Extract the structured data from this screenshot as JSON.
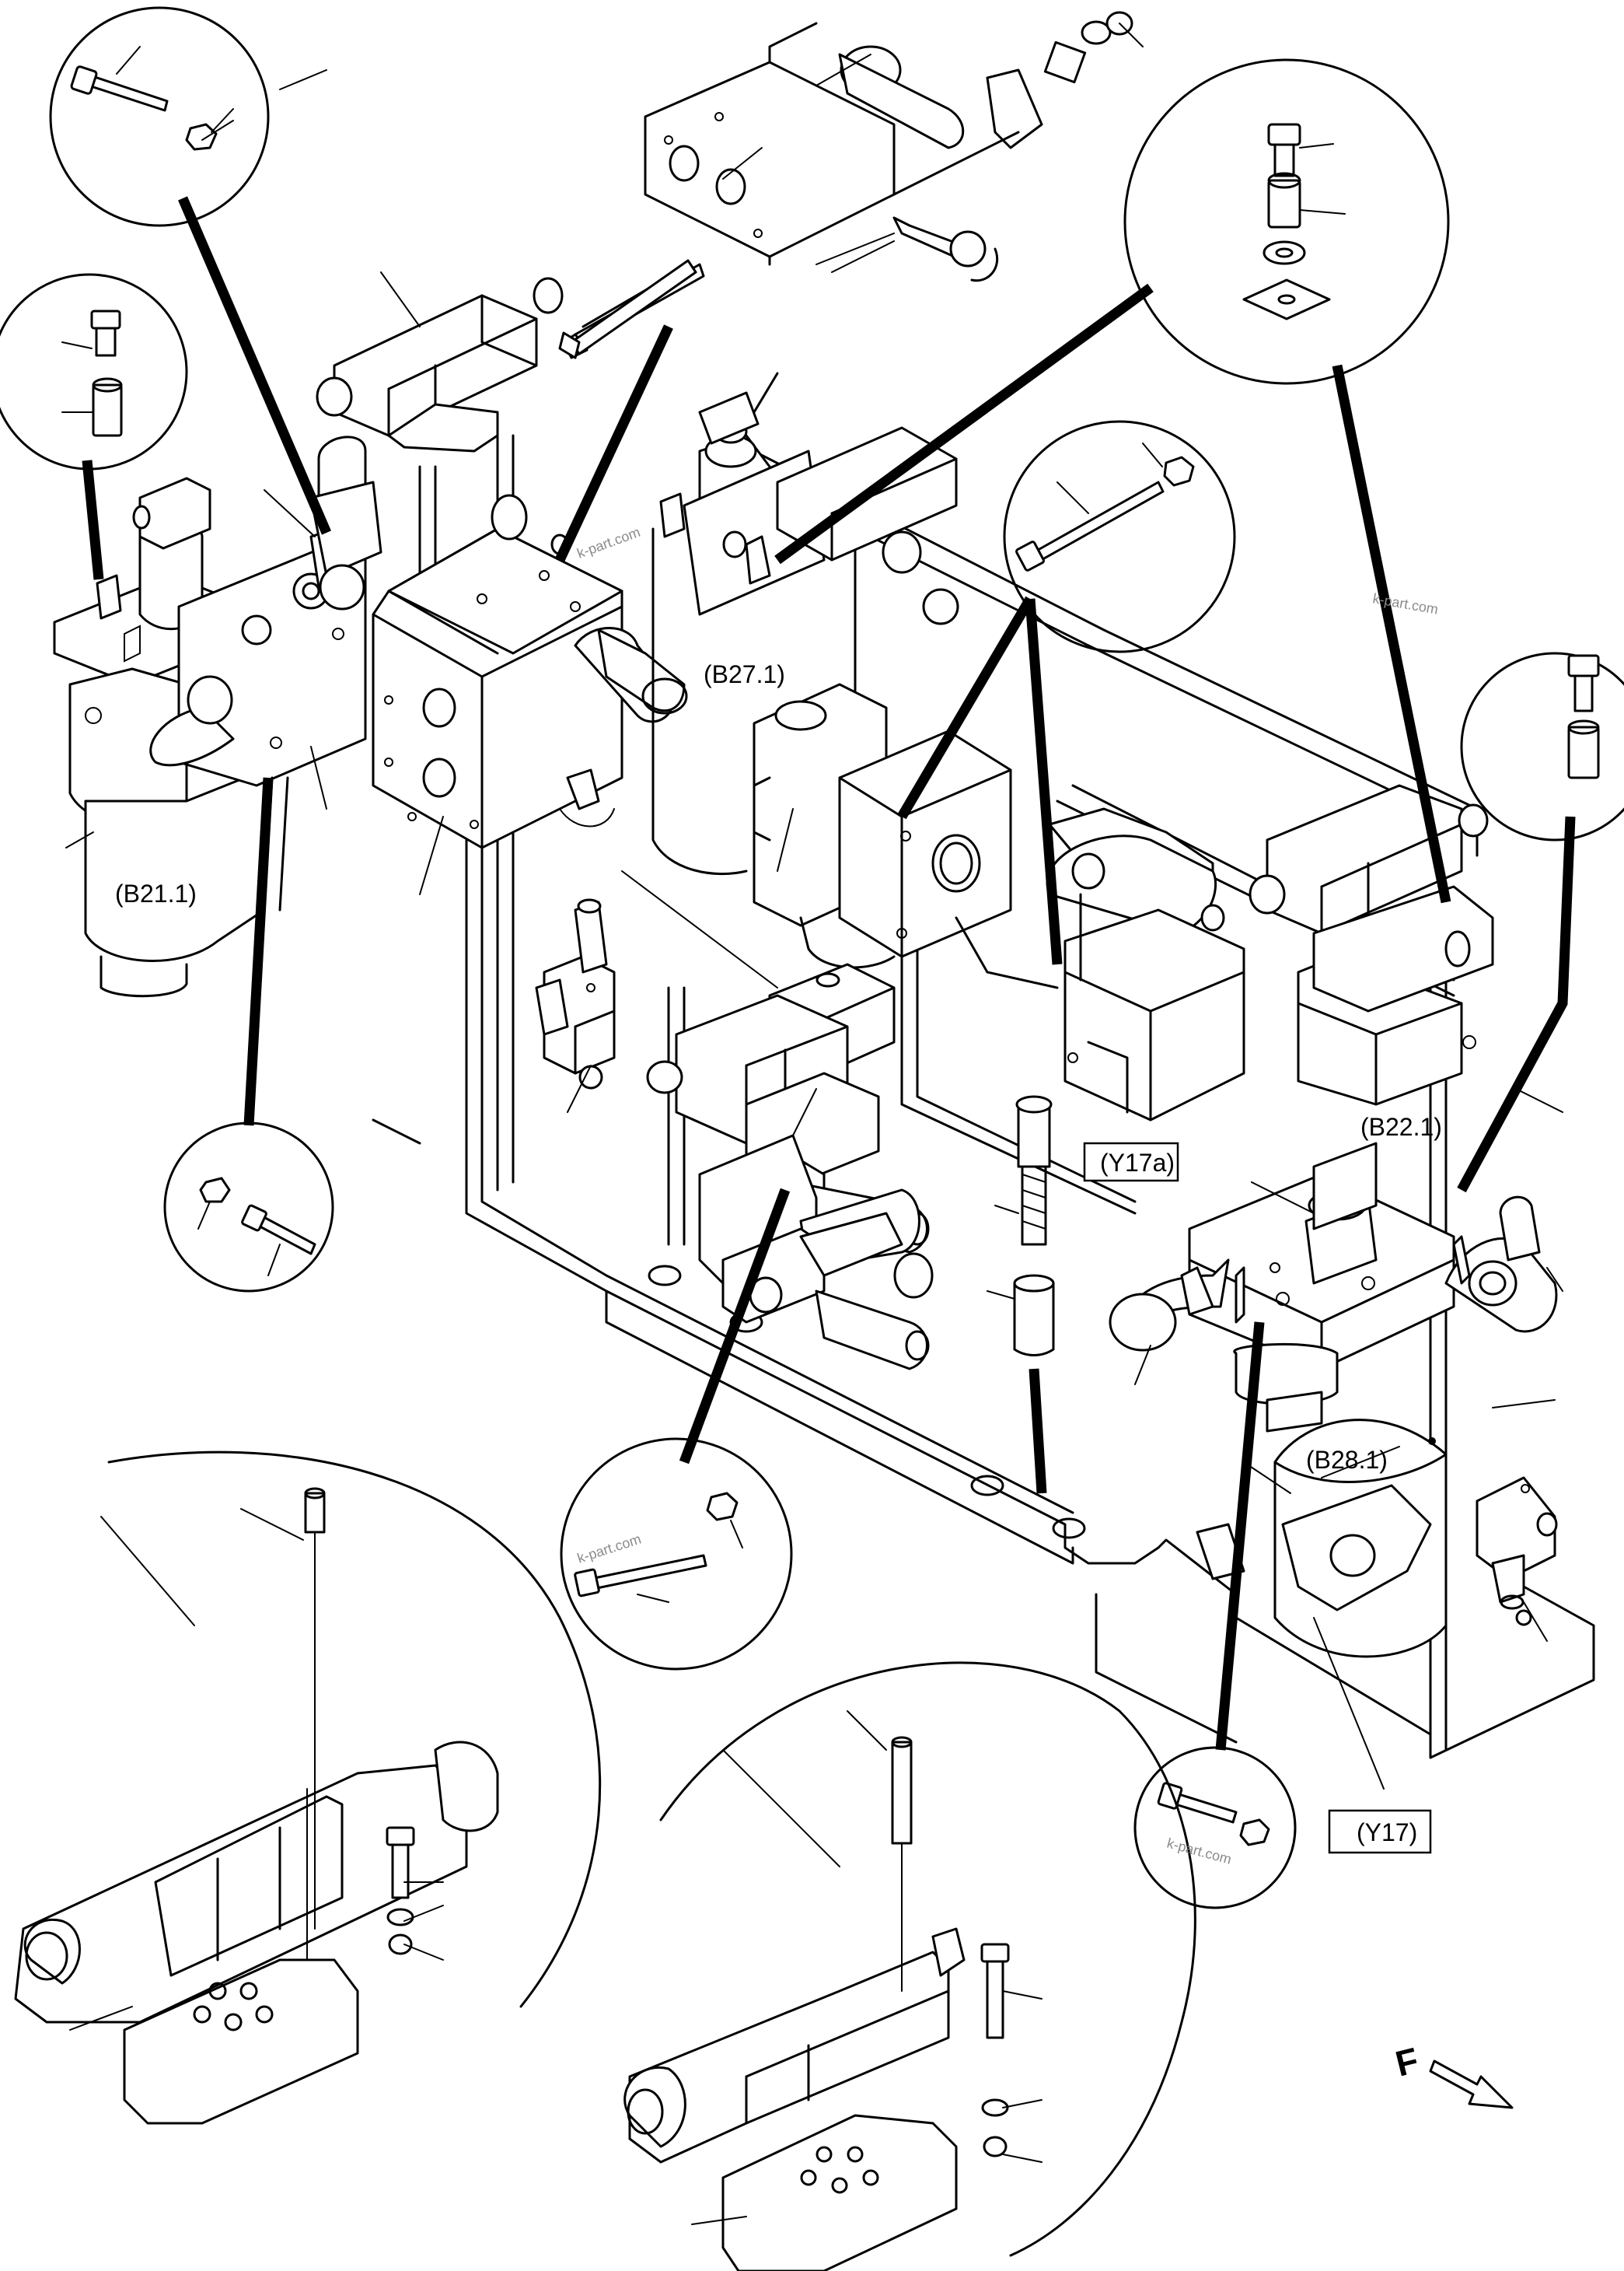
{
  "diagram": {
    "type": "exploded-parts-drawing",
    "line_color": "#000000",
    "background": "#ffffff",
    "component_labels": [
      {
        "id": "b21",
        "text": "(B21.1)",
        "boxed": false
      },
      {
        "id": "b27",
        "text": "(B27.1)",
        "boxed": false
      },
      {
        "id": "b22",
        "text": "(B22.1)",
        "boxed": false
      },
      {
        "id": "y17a",
        "text": "(Y17a)",
        "boxed": true
      },
      {
        "id": "b28",
        "text": "(B28.1)",
        "boxed": false
      },
      {
        "id": "y17",
        "text": "(Y17)",
        "boxed": true
      }
    ],
    "direction_marker": {
      "text": "F",
      "icon": "arrow-down-right-icon"
    },
    "watermarks": [
      "k-part.com",
      "k-part.com",
      "k-part.com",
      "k-part.com"
    ]
  }
}
